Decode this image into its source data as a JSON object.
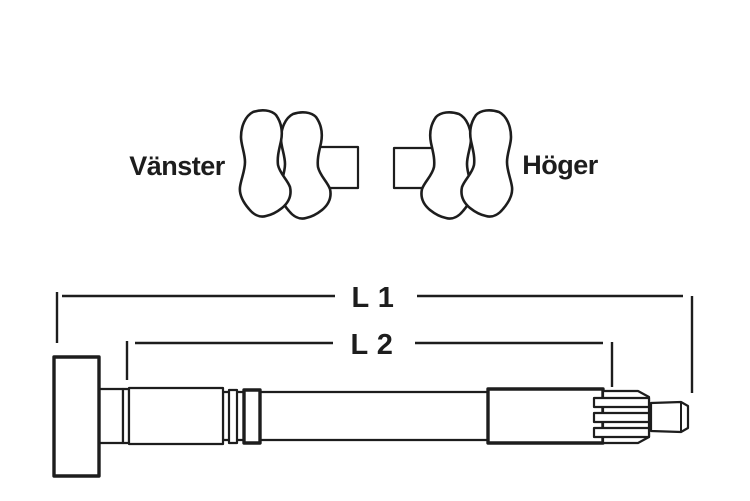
{
  "colors": {
    "background": "#ffffff",
    "ink": "#1d1d1d"
  },
  "cam_section": {
    "left_label": "Vänster",
    "right_label": "Höger"
  },
  "shaft_section": {
    "dim1_label": "L 1",
    "dim2_label": "L 2"
  }
}
